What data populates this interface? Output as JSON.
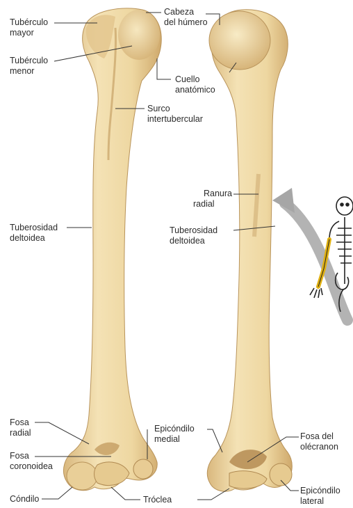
{
  "labels": {
    "tuberculo_mayor": [
      "Tubérculo",
      "mayor"
    ],
    "tuberculo_menor": [
      "Tubérculo",
      "menor"
    ],
    "cabeza_humero": [
      "Cabeza",
      "del húmero"
    ],
    "cuello_anatomico": [
      "Cuello",
      "anatómico"
    ],
    "surco_intertubercular": [
      "Surco",
      "intertubercular"
    ],
    "tuberosidad_deltoidea_anterior": [
      "Tuberosidad",
      "deltoidea"
    ],
    "ranura_radial": [
      "Ranura",
      "radial"
    ],
    "tuberosidad_deltoidea_posterior": [
      "Tuberosidad",
      "deltoidea"
    ],
    "fosa_radial": [
      "Fosa",
      "radial"
    ],
    "fosa_coronoidea": [
      "Fosa",
      "coronoidea"
    ],
    "condilo": [
      "Cóndilo"
    ],
    "epicondilo_medial": [
      "Epicóndilo",
      "medial"
    ],
    "troclea": [
      "Tróclea"
    ],
    "fosa_olecranon": [
      "Fosa del",
      "olécranon"
    ],
    "epicondilo_lateral": [
      "Epicóndilo",
      "lateral"
    ]
  },
  "colors": {
    "bone": "#EFD9A5",
    "bone_shade": "#D6B57A",
    "bone_dark": "#B48F55",
    "leader": "#333333",
    "arrow": "#9A9A9A",
    "skeleton_highlight": "#F2C21B"
  }
}
